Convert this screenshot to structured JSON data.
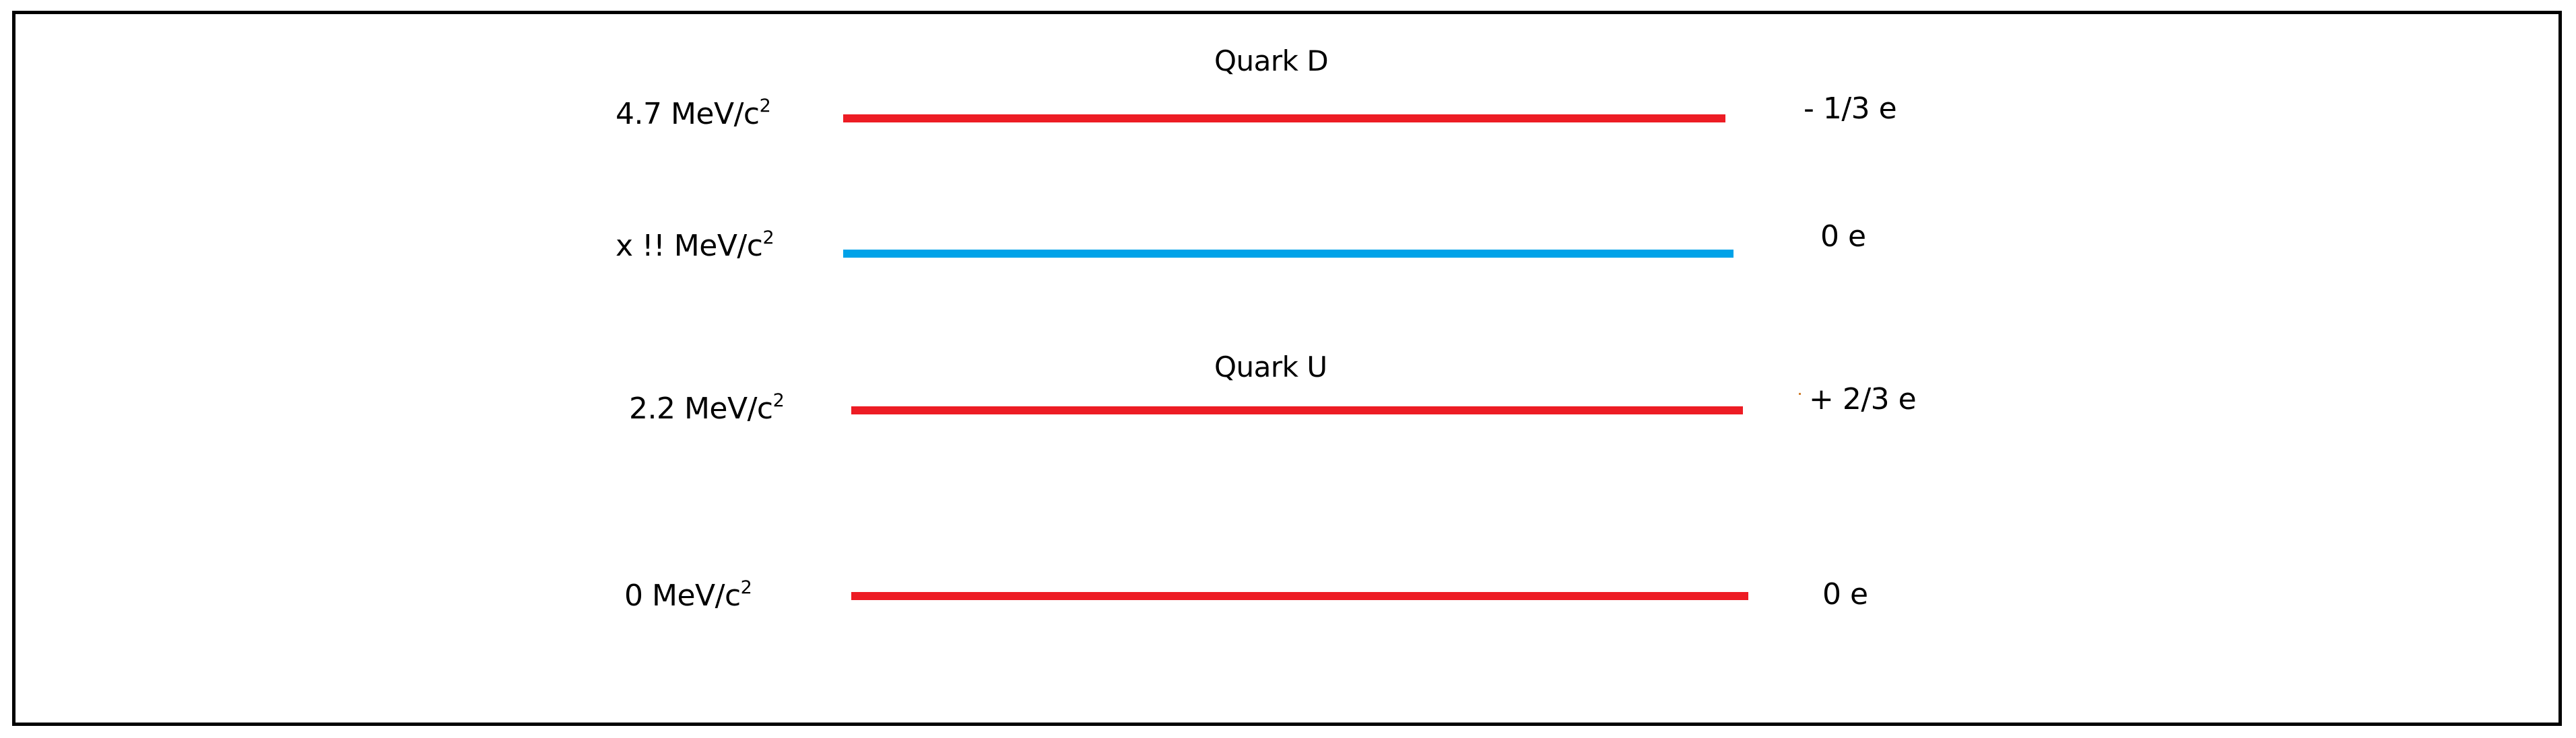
{
  "colors": {
    "quark_line": "#ED1C24",
    "unknown_line": "#00A2E8",
    "frame": "#000000",
    "text": "#000000"
  },
  "levels": [
    {
      "id": "quark-d",
      "title": "Quark D",
      "mass_value": "4.7 MeV/c",
      "mass_exponent": "2",
      "charge": "- 1/3 e",
      "line_color": "#ED1C24"
    },
    {
      "id": "unknown",
      "title": "",
      "mass_value": "x !! MeV/c",
      "mass_exponent": "2",
      "charge": "0 e",
      "line_color": "#00A2E8"
    },
    {
      "id": "quark-u",
      "title": "Quark U",
      "mass_value": "2.2 MeV/c",
      "mass_exponent": "2",
      "charge": "+ 2/3 e",
      "line_color": "#ED1C24"
    },
    {
      "id": "ground",
      "title": "",
      "mass_value": "0 MeV/c",
      "mass_exponent": "2",
      "charge": "0 e",
      "line_color": "#ED1C24"
    }
  ]
}
